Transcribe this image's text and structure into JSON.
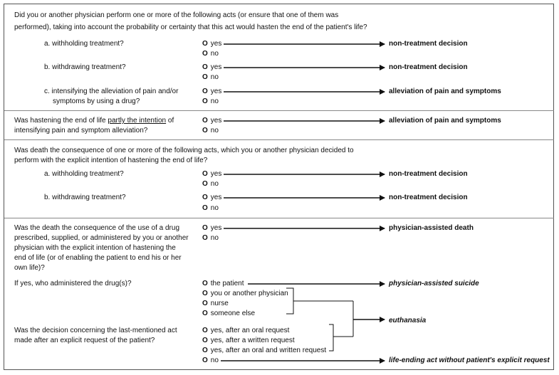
{
  "q1": {
    "text_line1": "Did you or another physician perform one or more of the following acts (or ensure that one of them was",
    "text_line2": "performed), taking into account the probability or certainty that this act would hasten the end of the patient's life?",
    "a_label": "a.  withholding treatment?",
    "b_label": "b.  withdrawing treatment?",
    "c_label_line1": "c.  intensifying the alleviation of pain and/or",
    "c_label_line2": "symptoms by using a drug?"
  },
  "q2": {
    "text_pre": "Was hastening the end of life ",
    "text_underlined": "partly the intention",
    "text_post": " of",
    "text_line2": "intensifying pain and symptom alleviation?"
  },
  "q3": {
    "text_line1": "Was death the consequence of one or more of the following acts, which you or another physician decided to",
    "text_line2": "perform with the explicit intention of hastening the end of life?",
    "a_label": "a.  withholding treatment?",
    "b_label": "b.  withdrawing treatment?"
  },
  "q4": {
    "lines": [
      "Was the death the consequence of the use of a drug",
      "prescribed, supplied, or administered by you or another",
      "physician with the explicit intention of hastening the",
      "end of life (or of enabling the patient to end his or her",
      "own life)?"
    ]
  },
  "q5": {
    "text": "If yes, who administered the drug(s)?"
  },
  "q6": {
    "text_line1": "Was the decision concerning the last-mentioned act",
    "text_line2": "made after an explicit request of the patient?"
  },
  "options": {
    "yes": "yes",
    "no": "no",
    "the_patient": "the patient",
    "you_or_another": "you or another physician",
    "nurse": "nurse",
    "someone_else": "someone else",
    "yes_oral": "yes, after an oral request",
    "yes_written": "yes, after a written request",
    "yes_both": "yes, after an oral and written request"
  },
  "outcomes": {
    "non_treatment": "non-treatment decision",
    "alleviation": "alleviation of pain and symptoms",
    "physician_assisted_death": "physician-assisted death",
    "physician_assisted_suicide": "physician-assisted suicide",
    "euthanasia": "euthanasia",
    "life_ending": "life-ending act without patient's explicit request"
  },
  "radio_glyph": "O"
}
